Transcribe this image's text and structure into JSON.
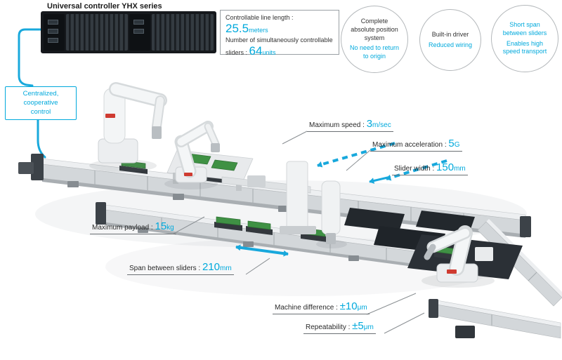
{
  "colors": {
    "accent": "#00a9dc"
  },
  "controller": {
    "label": "Universal controller YHX series"
  },
  "control_box": {
    "line1": "Centralized, cooperative",
    "line2": "control"
  },
  "specs": [
    {
      "label": "Controllable line length :",
      "value": "25.5",
      "unit": "meters"
    },
    {
      "label": "Number of simultaneously controllable sliders :",
      "value": "64",
      "unit": "units"
    }
  ],
  "features": [
    {
      "line1": "Complete absolute position system",
      "line2": "No need to return to origin"
    },
    {
      "line1": "Built-in driver",
      "line2": "Reduced wiring"
    },
    {
      "line1": "Short span between sliders",
      "line2": "Enables high speed transport"
    }
  ],
  "annotations": [
    {
      "id": "max-speed",
      "label": "Maximum speed :",
      "value": "3",
      "unit": "m/sec"
    },
    {
      "id": "max-acceleration",
      "label": "Maximum acceleration :",
      "value": "5",
      "unit": "G"
    },
    {
      "id": "slider-width",
      "label": "Slider width :",
      "value": "150",
      "unit": "mm"
    },
    {
      "id": "max-payload",
      "label": "Maximum payload :",
      "value": "15",
      "unit": "kg"
    },
    {
      "id": "span-between-sliders",
      "label": "Span between sliders :",
      "value": "210",
      "unit": "mm"
    },
    {
      "id": "machine-difference",
      "label": "Machine difference :",
      "value": "±10",
      "unit": "μm"
    },
    {
      "id": "repeatability",
      "label": "Repeatability :",
      "value": "±5",
      "unit": "μm"
    }
  ]
}
